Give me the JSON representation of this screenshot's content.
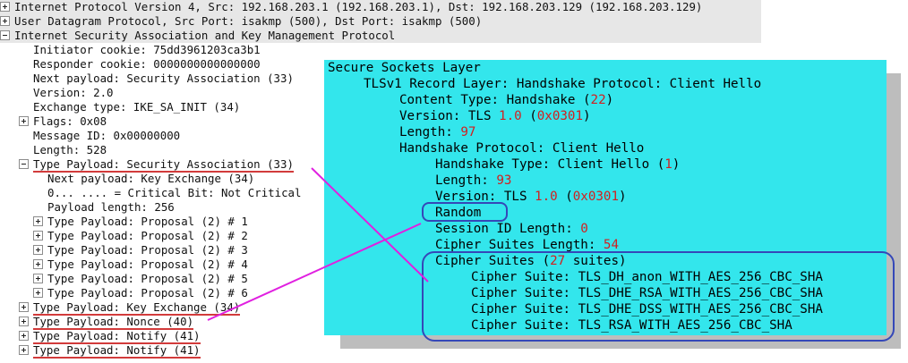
{
  "tree": {
    "ip": "Internet Protocol Version 4, Src: 192.168.203.1 (192.168.203.1), Dst: 192.168.203.129 (192.168.203.129)",
    "udp": "User Datagram Protocol, Src Port: isakmp (500), Dst Port: isakmp (500)",
    "isakmp": "Internet Security Association and Key Management Protocol",
    "initiator_cookie": "Initiator cookie: 75dd3961203ca3b1",
    "responder_cookie": "Responder cookie: 0000000000000000",
    "next_payload": "Next payload: Security Association (33)",
    "version": "Version: 2.0",
    "exchange_type": "Exchange type: IKE_SA_INIT (34)",
    "flags": "Flags: 0x08",
    "message_id": "Message ID: 0x00000000",
    "length": "Length: 528",
    "sa_payload": "Type Payload: Security Association (33)",
    "sa_next_payload": "Next payload: Key Exchange (34)",
    "sa_critical": "0... .... = Critical Bit: Not Critical",
    "sa_payload_length": "Payload length: 256",
    "proposals": [
      "Type Payload: Proposal (2) # 1",
      "Type Payload: Proposal (2) # 2",
      "Type Payload: Proposal (2) # 3",
      "Type Payload: Proposal (2) # 4",
      "Type Payload: Proposal (2) # 5",
      "Type Payload: Proposal (2) # 6"
    ],
    "ke_payload": "Type Payload: Key Exchange (34)",
    "nonce_payload": "Type Payload: Nonce (40)",
    "notify_payload_1": "Type Payload: Notify (41)",
    "notify_payload_2": "Type Payload: Notify (41)"
  },
  "ssl": {
    "title": "Secure Sockets Layer",
    "record_layer": "TLSv1 Record Layer: Handshake Protocol: Client Hello",
    "content_type_label": "Content Type: Handshake (",
    "content_type_num": "22",
    "version_label": "Version: TLS ",
    "version_num": "1.0",
    "version_open": " (",
    "version_hex": "0x0301",
    "length_label": "Length: ",
    "length_num": "97",
    "handshake_protocol": "Handshake Protocol: Client Hello",
    "handshake_type_label": "Handshake Type: Client Hello (",
    "handshake_type_num": "1",
    "hs_length_label": "Length: ",
    "hs_length_num": "93",
    "hs_version_label": "Version: TLS ",
    "hs_version_num": "1.0",
    "hs_version_open": " (",
    "hs_version_hex": "0x0301",
    "random": "Random",
    "session_id_label": "Session ID Length: ",
    "session_id_num": "0",
    "cipher_len_label": "Cipher Suites Length: ",
    "cipher_len_num": "54",
    "cipher_suites_label": "Cipher Suites (",
    "cipher_suites_num": "27",
    "cipher_suites_tail": " suites)",
    "cipher_suite_prefix": "Cipher Suite: ",
    "cipher_suites": [
      "TLS_DH_anon_WITH_AES_256_CBC_SHA",
      "TLS_DHE_RSA_WITH_AES_256_CBC_SHA",
      "TLS_DHE_DSS_WITH_AES_256_CBC_SHA",
      "TLS_RSA_WITH_AES_256_CBC_SHA"
    ]
  },
  "colors": {
    "panel": "#33e6ec",
    "shadow": "#bdbdbd",
    "number": "#d21f1f",
    "highlight_box": "#3548b8",
    "connector": "#e020e0",
    "underline": "#d23b3b"
  },
  "icons": [
    "expand-plus-icon",
    "collapse-minus-icon"
  ]
}
